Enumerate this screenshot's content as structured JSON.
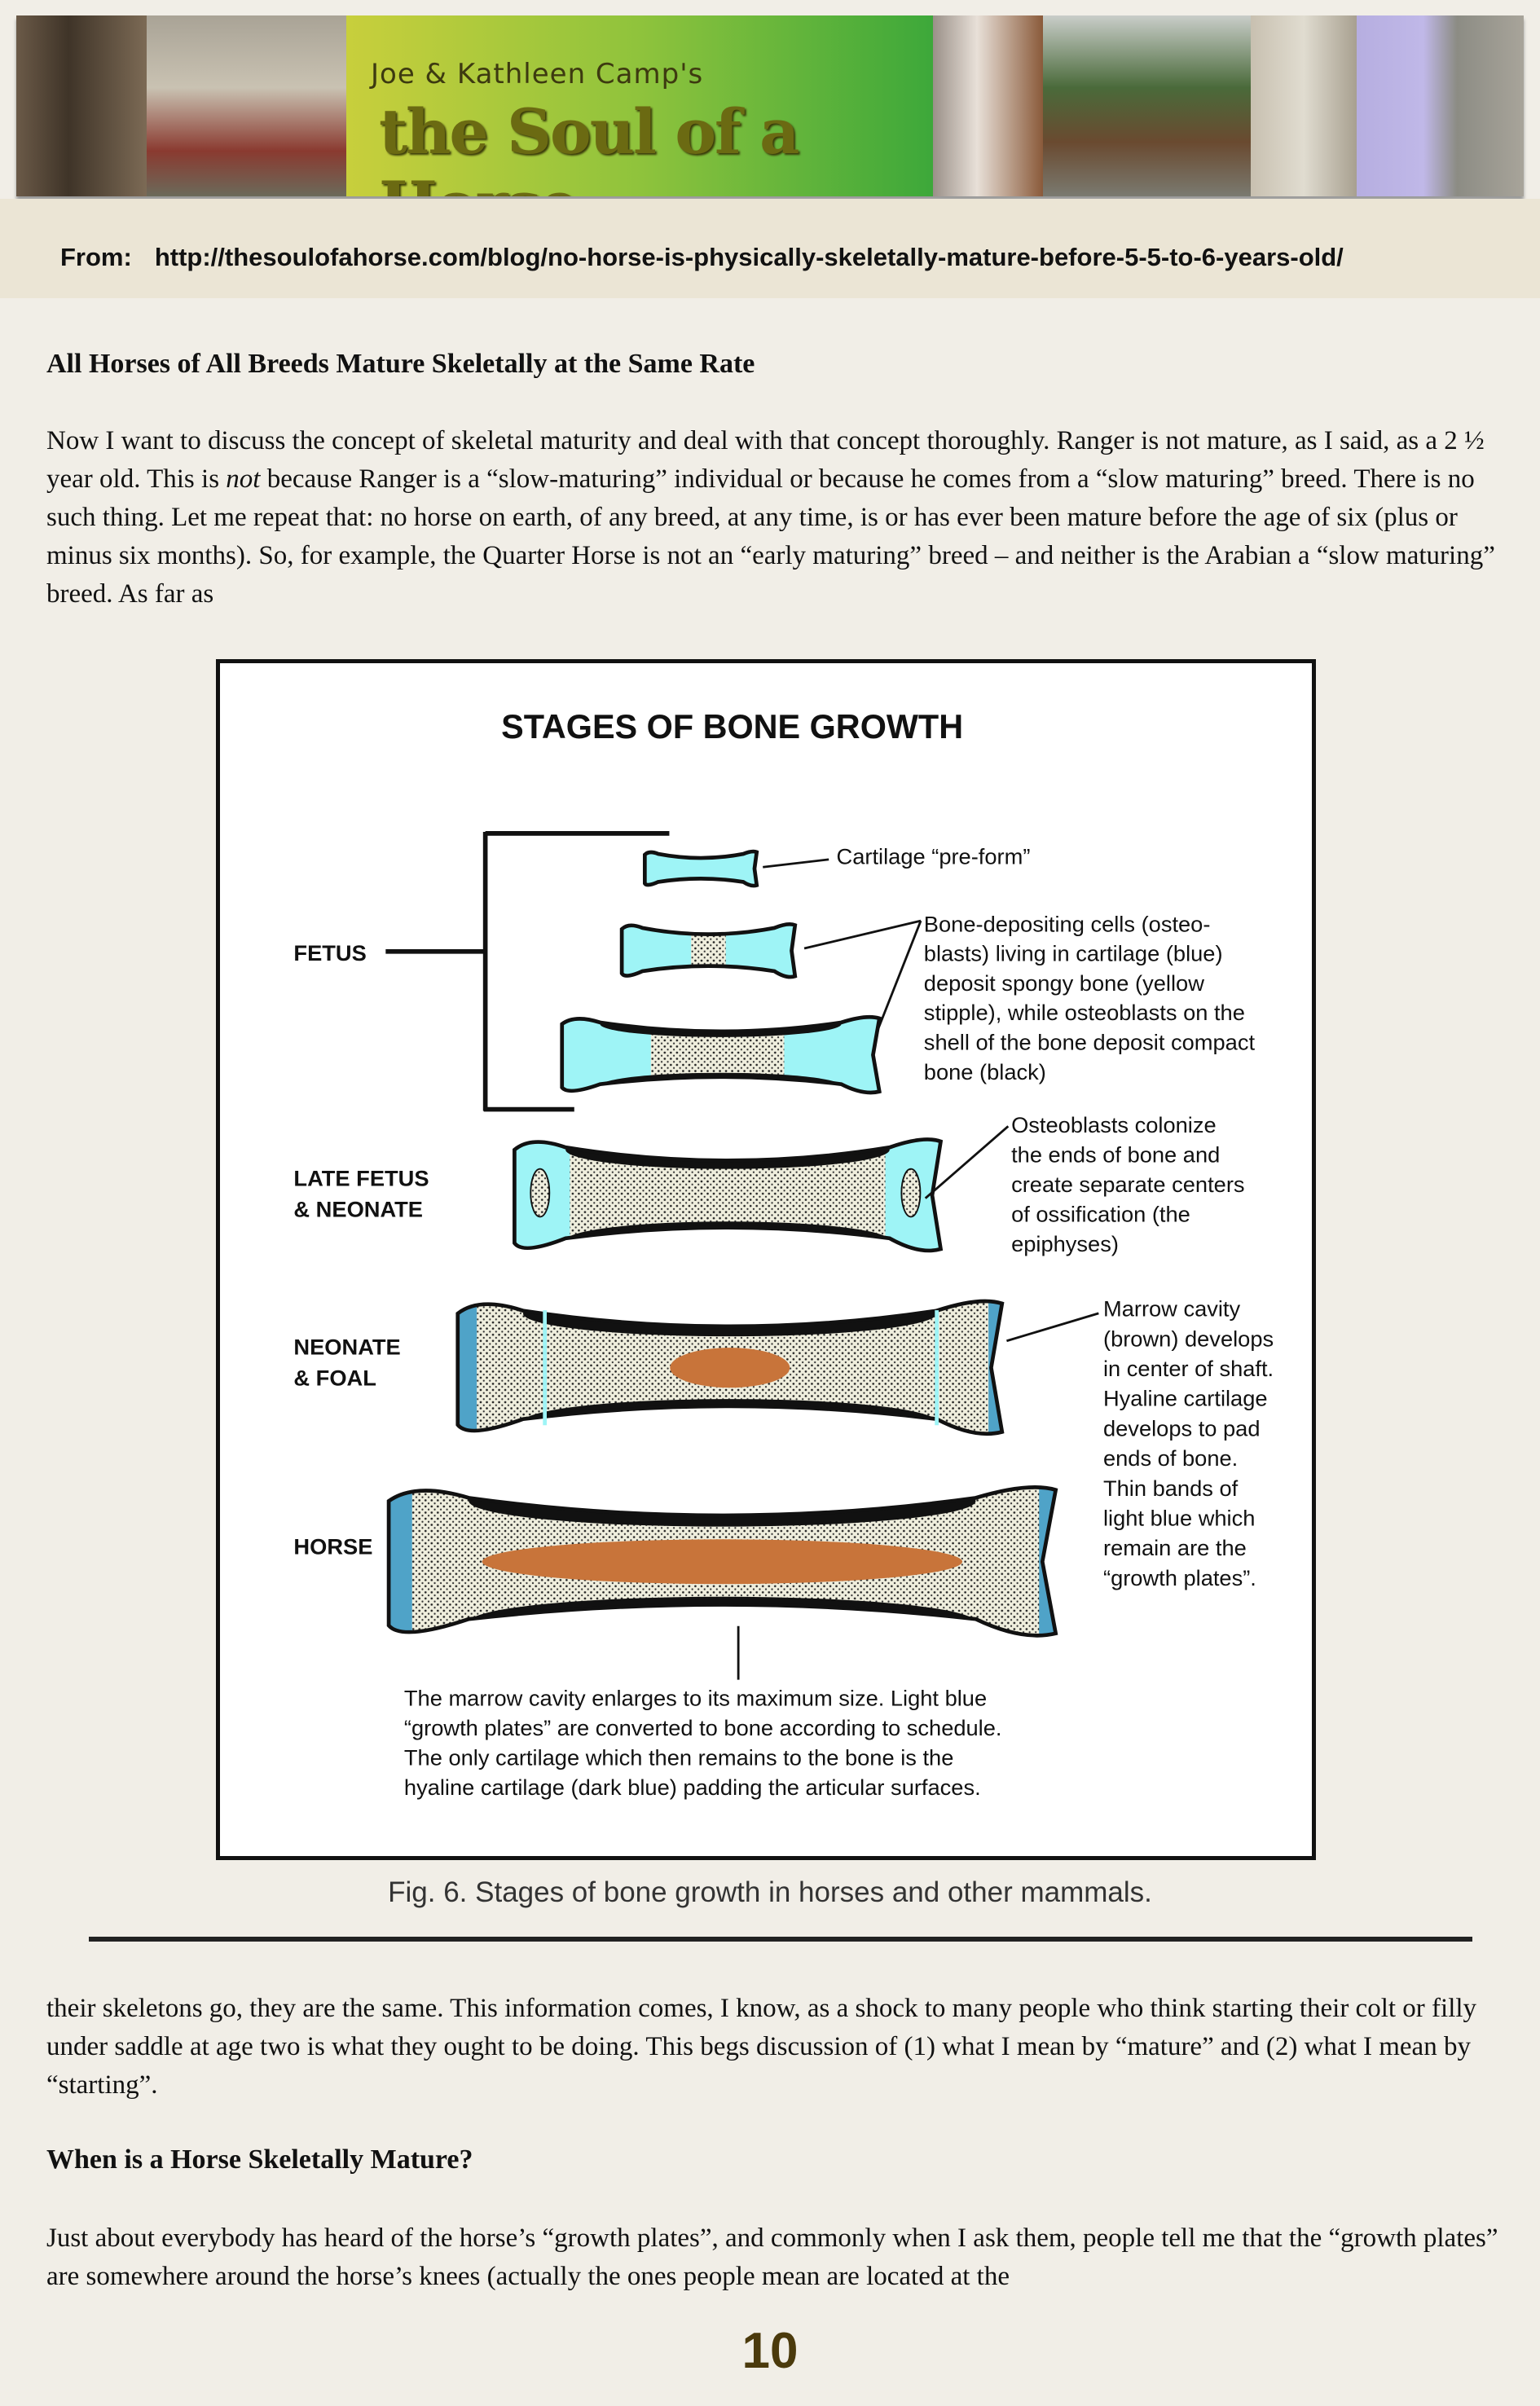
{
  "banner": {
    "logo_line1": "Joe & Kathleen Camp's",
    "logo_line2": "the Soul of a Horse"
  },
  "source": {
    "label": "From:",
    "url": "http://thesoulofahorse.com/blog/no-horse-is-physically-skeletally-mature-before-5-5-to-6-years-old/"
  },
  "section1": {
    "heading": "All Horses of All Breeds Mature Skeletally at the Same Rate",
    "p_a": "Now I want to discuss the concept of skeletal maturity and deal with that concept thoroughly. Ranger is not mature, as I said, as a 2 ½ year old. This is ",
    "p_em": "not",
    "p_b": " because Ranger is a “slow-maturing” individual or because he comes from a “slow maturing” breed. There is no such thing. Let me repeat that: no horse on earth, of any breed, at any time, is or has ever been mature before the age of six (plus or minus six months). So, for example, the Quarter Horse is not an “early maturing” breed – and neither is the Arabian a “slow maturing” breed. As far as"
  },
  "figure": {
    "title": "STAGES OF BONE GROWTH",
    "stage_fetus": "FETUS",
    "stage_late_1": "LATE FETUS",
    "stage_late_2": "& NEONATE",
    "stage_neo_1": "NEONATE",
    "stage_neo_2": "& FOAL",
    "stage_horse": "HORSE",
    "label_preform": "Cartilage “pre-form”",
    "label_osteo": [
      "Bone-depositing cells (osteo-",
      "blasts) living in cartilage (blue)",
      "deposit spongy bone (yellow",
      "stipple), while osteoblasts on the",
      "shell of the bone deposit compact",
      "bone (black)"
    ],
    "label_epiph": [
      "Osteoblasts colonize",
      "the ends of bone and",
      "create separate centers",
      "of ossification (the",
      "epiphyses)"
    ],
    "label_marrow": [
      "Marrow cavity",
      "(brown) develops",
      "in center of shaft.",
      "Hyaline cartilage",
      "develops to pad",
      "ends of bone.",
      "Thin bands of",
      "light blue which",
      "remain are the",
      "“growth plates”."
    ],
    "label_bottom": [
      "The marrow cavity enlarges to its maximum size. Light blue",
      "“growth plates” are converted to bone according to schedule.",
      "The only cartilage which then remains to the bone is the",
      "hyaline cartilage (dark blue) padding the articular surfaces."
    ],
    "colors": {
      "cartilage": "#9ef4f6",
      "hyaline": "#4fa3c8",
      "marrow": "#c8743a",
      "spongy": "#efeedd"
    },
    "caption": "Fig. 6. Stages of bone growth in horses and other mammals."
  },
  "section2": {
    "p": "their skeletons go, they are the same. This information comes, I know, as a shock to many people who think starting their colt or filly under saddle at age two is what they ought to be doing. This begs discussion of (1) what I mean by “mature” and (2) what I mean by “starting”.",
    "heading": "When is a Horse Skeletally Mature?",
    "p2": "Just about everybody has heard of the horse’s “growth plates”, and commonly when I ask them, people tell me that the “growth plates” are somewhere around the horse’s knees (actually the ones people mean are located at the"
  },
  "page_number": "10"
}
